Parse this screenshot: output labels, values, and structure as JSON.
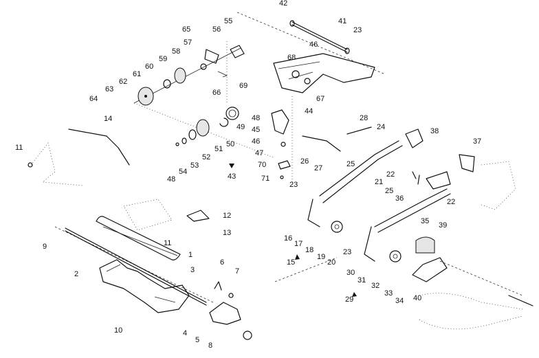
{
  "callouts": [
    "42",
    "41",
    "23",
    "65",
    "56",
    "55",
    "57",
    "58",
    "46",
    "59",
    "68",
    "60",
    "61",
    "62",
    "63",
    "64",
    "66",
    "69",
    "67",
    "14",
    "48",
    "45",
    "46",
    "44",
    "28",
    "24",
    "38",
    "11",
    "49",
    "50",
    "51",
    "52",
    "53",
    "54",
    "48",
    "43",
    "47",
    "70",
    "71",
    "23",
    "26",
    "27",
    "25",
    "22",
    "21",
    "25",
    "36",
    "37",
    "22",
    "12",
    "13",
    "11",
    "9",
    "1",
    "3",
    "2",
    "6",
    "7",
    "16",
    "17",
    "18",
    "15",
    "19",
    "20",
    "23",
    "35",
    "39",
    "30",
    "31",
    "32",
    "33",
    "34",
    "29",
    "40",
    "10",
    "4",
    "5",
    "8"
  ]
}
